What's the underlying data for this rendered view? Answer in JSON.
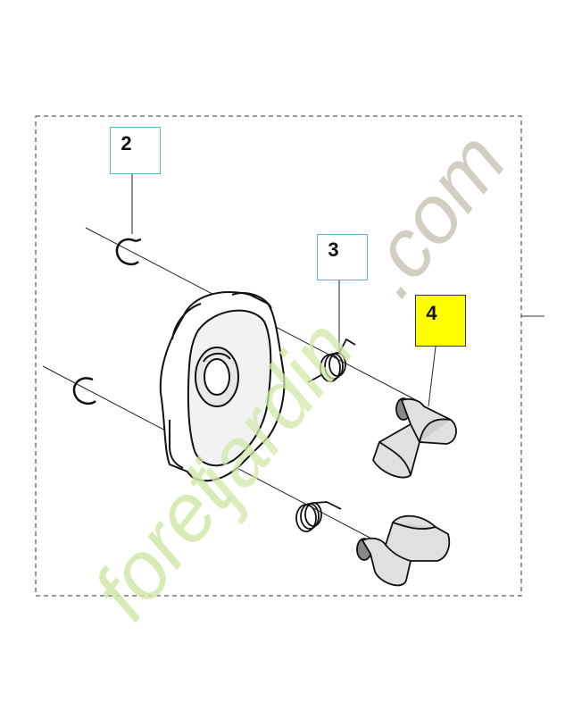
{
  "diagram": {
    "callouts": [
      {
        "id": "2",
        "label": "2",
        "style": "outlined"
      },
      {
        "id": "3",
        "label": "3",
        "style": "outlined"
      },
      {
        "id": "4",
        "label": "4",
        "style": "highlighted"
      }
    ]
  },
  "watermark": {
    "text_part1": "foret",
    "text_part2": "jardin",
    "text_part3": ".com",
    "colors": {
      "green": "#d3e8a8",
      "orange": "#f6c99a",
      "gray": "#c9c2b6"
    }
  },
  "colors": {
    "callout_blue_border": "#5ab8c8",
    "callout_yellow_fill": "#ffff00",
    "line": "#222222"
  }
}
